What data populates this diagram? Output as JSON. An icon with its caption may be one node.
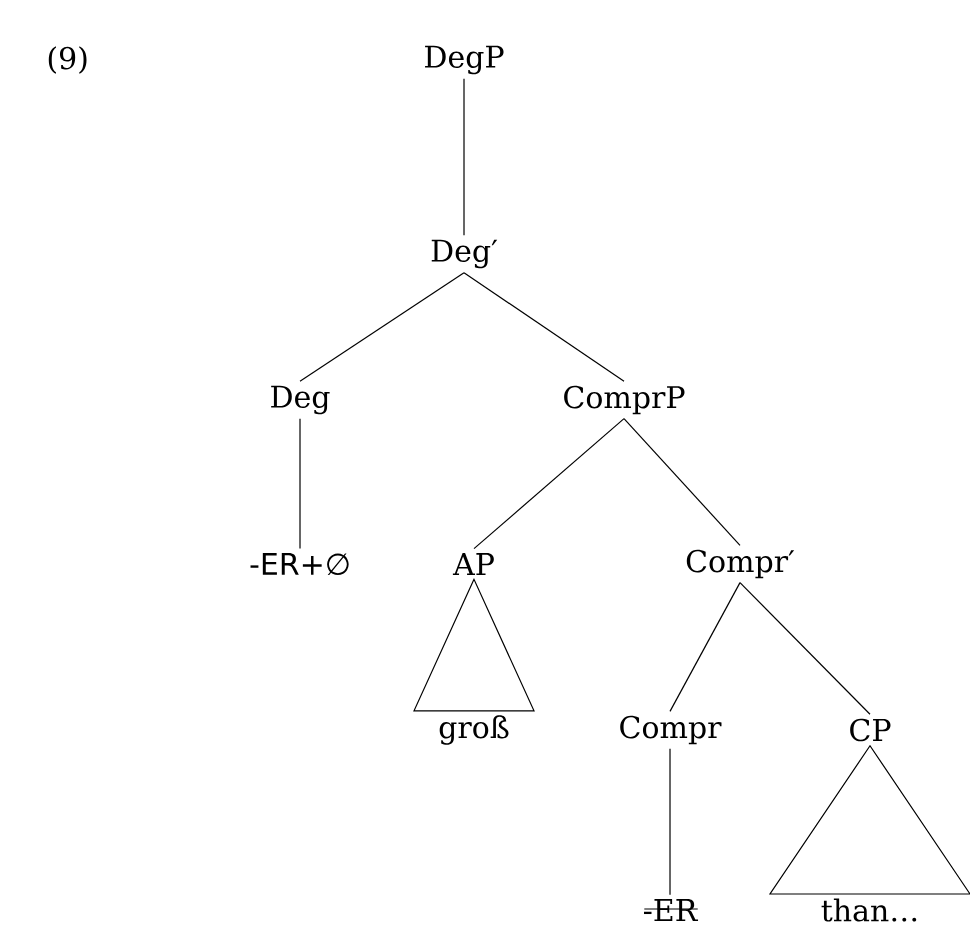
{
  "diagram": {
    "nodes": [
      {
        "text": [
          "DegP"
        ]
      },
      {
        "text": [
          "Deg′"
        ]
      },
      {
        "text": [
          "Deg"
        ]
      },
      {
        "text": [
          "ComprP"
        ]
      },
      {
        "text": [
          "-ER+∅"
        ]
      },
      {
        "text": [
          "AP"
        ]
      },
      {
        "text": [
          "Compr′"
        ]
      },
      {
        "text": [
          "groß"
        ]
      },
      {
        "text": [
          "Compr"
        ]
      },
      {
        "text": [
          "CP"
        ]
      },
      {
        "text": [
          "-ER"
        ]
      },
      {
        "text": [
          "than…"
        ]
      }
    ],
    "edges": [
      {
        "from": 0,
        "to": 1,
        "arrow": "none"
      },
      {
        "from": 1,
        "to": 2,
        "arrow": "none"
      },
      {
        "from": 1,
        "to": 3,
        "arrow": "none"
      },
      {
        "from": 2,
        "to": 4,
        "arrow": "none"
      },
      {
        "from": 3,
        "to": 5,
        "arrow": "none"
      },
      {
        "from": 3,
        "to": 6,
        "arrow": "none"
      },
      {
        "from": 5,
        "to": 7,
        "arrow": "none"
      },
      {
        "from": 6,
        "to": 8,
        "arrow": "none"
      },
      {
        "from": 6,
        "to": 9,
        "arrow": "none"
      },
      {
        "from": 8,
        "to": 10,
        "arrow": "none"
      },
      {
        "from": 9,
        "to": 11,
        "arrow": "none"
      }
    ],
    "labels": [
      "(9)"
    ]
  }
}
